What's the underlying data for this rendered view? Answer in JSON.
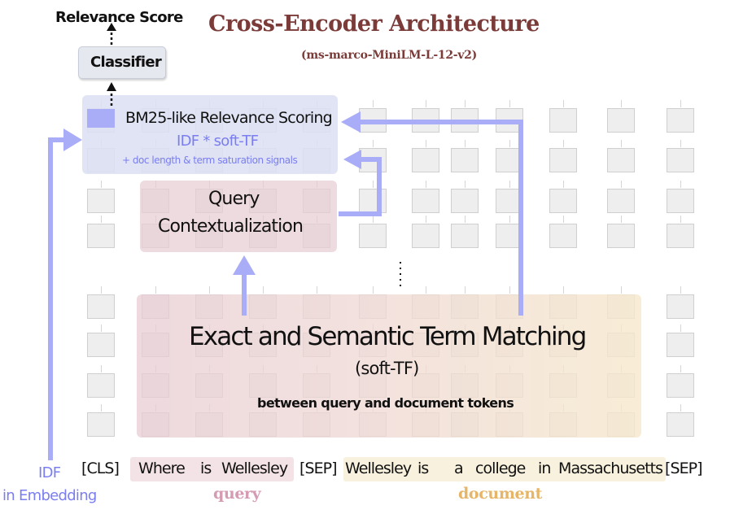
{
  "title": "Cross-Encoder Architecture",
  "subtitle": "(ms-marco-MiniLM-L-12-v2)",
  "relevance_score": "Relevance Score",
  "classifier": "Classifier",
  "bm25": {
    "title": "BM25-like Relevance Scoring",
    "formula": "IDF * soft-TF",
    "signals": "+ doc length & term saturation signals"
  },
  "query_ctx": {
    "line1": "Query",
    "line2": "Contextualization"
  },
  "matching": {
    "line1": "Exact and Semantic Term Matching",
    "line2": "(soft-TF)",
    "line3": "between query and document tokens"
  },
  "ellipsis": "⋮",
  "idf": {
    "line1": "IDF",
    "line2": "in Embedding"
  },
  "tokens": {
    "cls": "[CLS]",
    "query": [
      "Where",
      "is",
      "Wellesley"
    ],
    "sep1": "[SEP]",
    "document": [
      "Wellesley",
      "is",
      "a",
      "college",
      "in",
      "Massachusetts"
    ],
    "sep2": "[SEP]"
  },
  "labels": {
    "query": "query",
    "document": "document"
  },
  "colors": {
    "title": "#7b3b38",
    "accent": "#a9acf6",
    "accent_text": "#7a7ef0",
    "query_panel": "#f2dde1",
    "document_panel": "#f8efd9",
    "bm25_panel": "#dfe3f3",
    "query_label": "#d49bb2",
    "document_label": "#e6b567"
  }
}
